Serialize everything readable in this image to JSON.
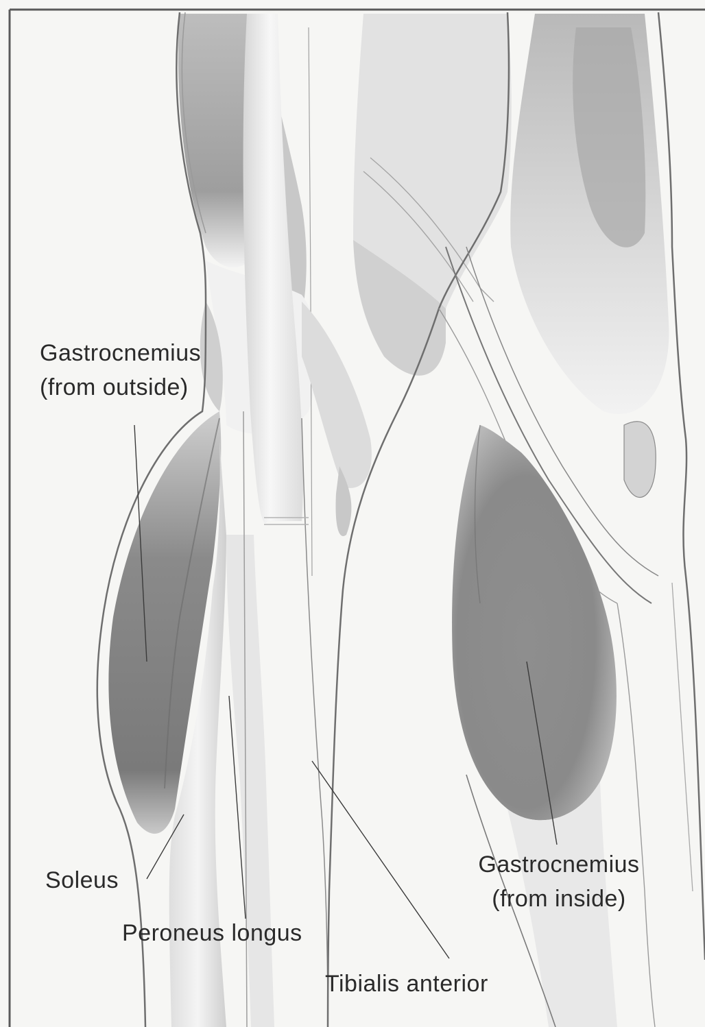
{
  "labels": {
    "gastrocnemius_outside": {
      "line1": "Gastrocnemius",
      "line2": "(from outside)"
    },
    "gastrocnemius_inside": {
      "line1": "Gastrocnemius",
      "line2": "(from inside)"
    },
    "soleus": "Soleus",
    "peroneus_longus": "Peroneus longus",
    "tibialis_anterior": "Tibialis anterior"
  },
  "colors": {
    "background": "#f6f6f4",
    "outline": "#6e6e6e",
    "muscle_dark": "#8d8d8d",
    "muscle_mid": "#bdbdbd",
    "muscle_light": "#e2e2e0",
    "text": "#2a2a2a"
  }
}
